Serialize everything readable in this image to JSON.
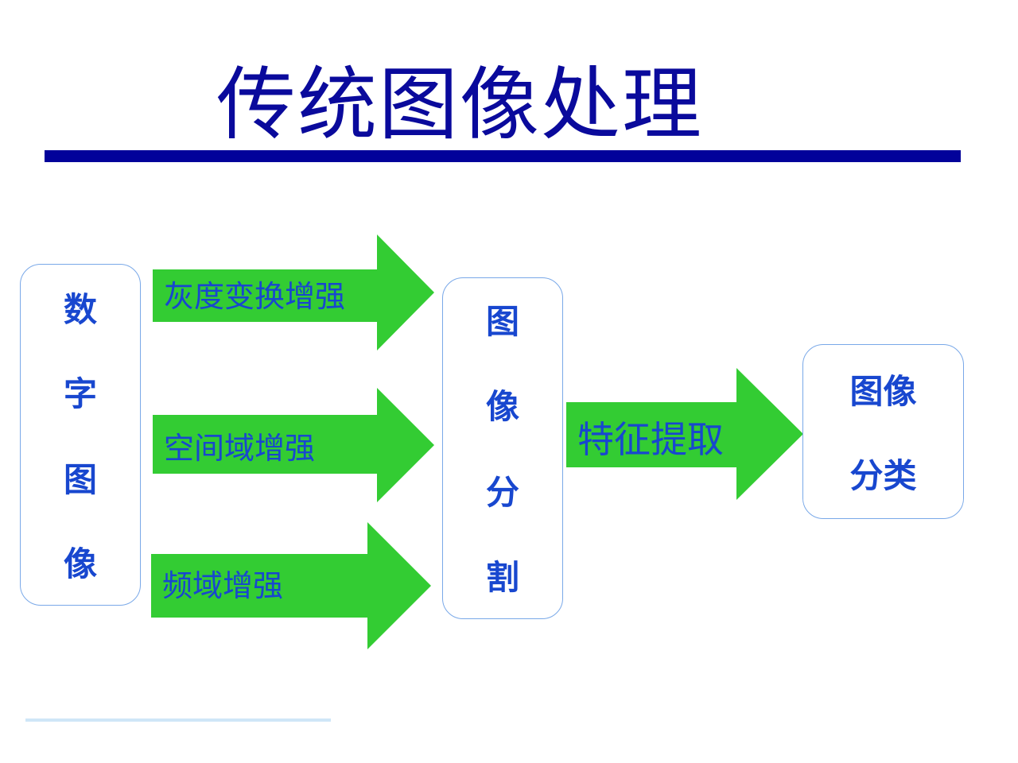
{
  "slide": {
    "title": "传统图像处理"
  },
  "colors": {
    "title": "#0a0a9c",
    "rule": "#02029a",
    "arrow_fill": "#33cc33",
    "label_text": "#1847cf",
    "box_border": "#79a8e8"
  },
  "nodes": {
    "digital_image": {
      "chars": [
        "数",
        "字",
        "图",
        "像"
      ]
    },
    "segmentation": {
      "chars": [
        "图",
        "像",
        "分",
        "割"
      ]
    },
    "classification": {
      "lines": [
        "图像",
        "分类"
      ]
    }
  },
  "arrows": {
    "gray": "灰度变换增强",
    "spatial": "空间域增强",
    "frequency": "频域增强",
    "feature": "特征提取"
  }
}
